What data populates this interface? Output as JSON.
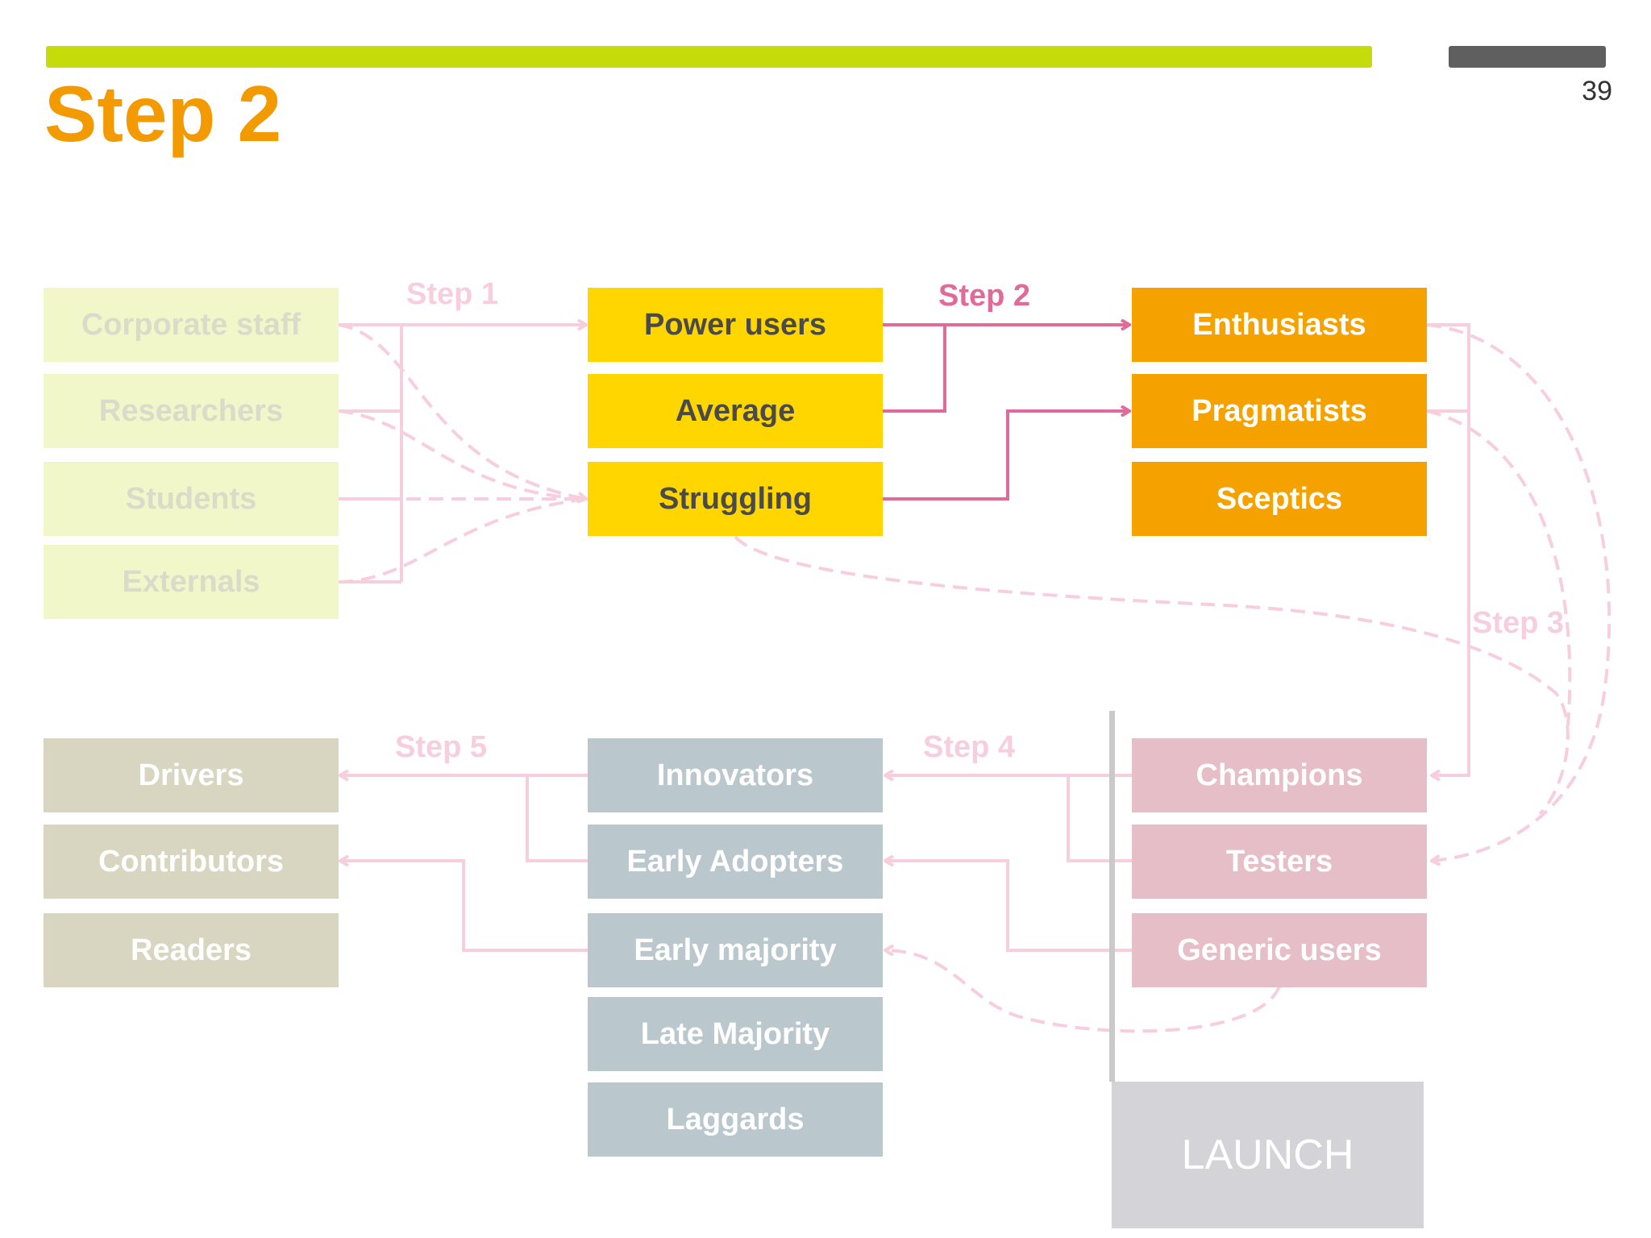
{
  "slide": {
    "title": "Step 2",
    "page_number": "39"
  },
  "colors": {
    "accent_bar": "#c6db0a",
    "title": "#f29a00",
    "active_arrow": "#e06a99",
    "faded_arrow": "#f7cedd"
  },
  "diagram": {
    "column1_top": [
      "Corporate staff",
      "Researchers",
      "Students",
      "Externals"
    ],
    "column2_top": [
      "Power users",
      "Average",
      "Struggling"
    ],
    "column3_top": [
      "Enthusiasts",
      "Pragmatists",
      "Sceptics"
    ],
    "column1_bottom": [
      "Drivers",
      "Contributors",
      "Readers"
    ],
    "column2_bottom": [
      "Innovators",
      "Early Adopters",
      "Early majority",
      "Late Majority",
      "Laggards"
    ],
    "column3_bottom": [
      "Champions",
      "Testers",
      "Generic users"
    ],
    "launch": "LAUNCH",
    "steps": {
      "step1": "Step 1",
      "step2": "Step 2",
      "step3": "Step 3",
      "step4": "Step 4",
      "step5": "Step 5"
    }
  }
}
